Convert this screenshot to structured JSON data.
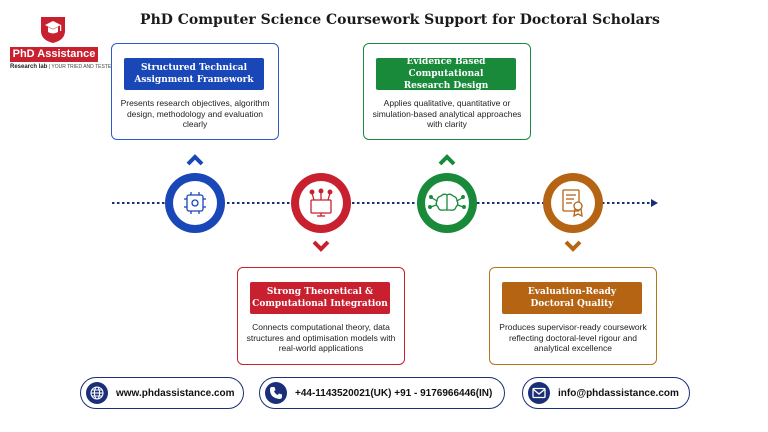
{
  "logo": {
    "name": "PhD Assistance",
    "tag": "Research lab",
    "tagline": "YOUR TRIED AND TESTED ..."
  },
  "title": "PhD Computer Science Coursework Support for Doctoral Scholars",
  "colors": {
    "blue": "#1947b8",
    "green": "#188a3a",
    "red": "#c8202f",
    "gold": "#b56414",
    "navy": "#1a2f78"
  },
  "steps": [
    {
      "heading_line1": "Structured Technical",
      "heading_line2": "Assignment Framework",
      "description": "Presents research objectives, algorithm design, methodology and evaluation clearly",
      "icon": "network-icon",
      "arrow": "up"
    },
    {
      "heading_line1": "Strong Theoretical &",
      "heading_line2": "Computational Integration",
      "description": "Connects computational theory, data structures and optimisation models with real-world applications",
      "icon": "computer-network-icon",
      "arrow": "down"
    },
    {
      "heading_line1": "Evidence Based Computational",
      "heading_line2": "Research Design",
      "description": "Applies qualitative, quantitative or simulation-based analytical approaches with clarity",
      "icon": "brain-circuit-icon",
      "arrow": "up"
    },
    {
      "heading_line1": "Evaluation-Ready",
      "heading_line2": "Doctoral Quality",
      "description": "Produces supervisor-ready coursework reflecting doctoral-level rigour and analytical excellence",
      "icon": "certificate-icon",
      "arrow": "down"
    }
  ],
  "contacts": {
    "website": "www.phdassistance.com",
    "phone": "+44-1143520021(UK) +91 - 9176966446(IN)",
    "email": "info@phdassistance.com"
  }
}
